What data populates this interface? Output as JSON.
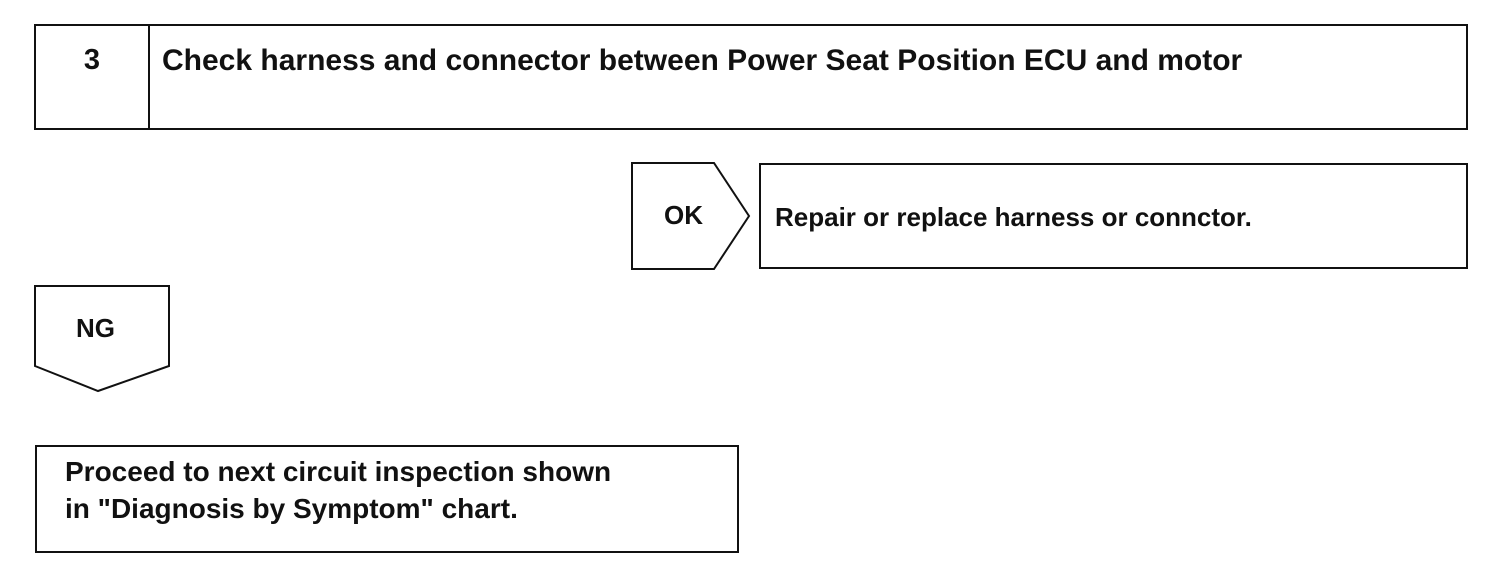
{
  "step": {
    "number": "3",
    "title": "Check harness and connector between Power Seat Position ECU and motor"
  },
  "branch_ok": {
    "label": "OK",
    "result": "Repair or replace harness or connctor."
  },
  "branch_ng": {
    "label": "NG",
    "result_line1": "Proceed to next circuit inspection shown",
    "result_line2": "in \"Diagnosis by Symptom\" chart."
  },
  "colors": {
    "line": "#111111",
    "background": "#ffffff"
  }
}
